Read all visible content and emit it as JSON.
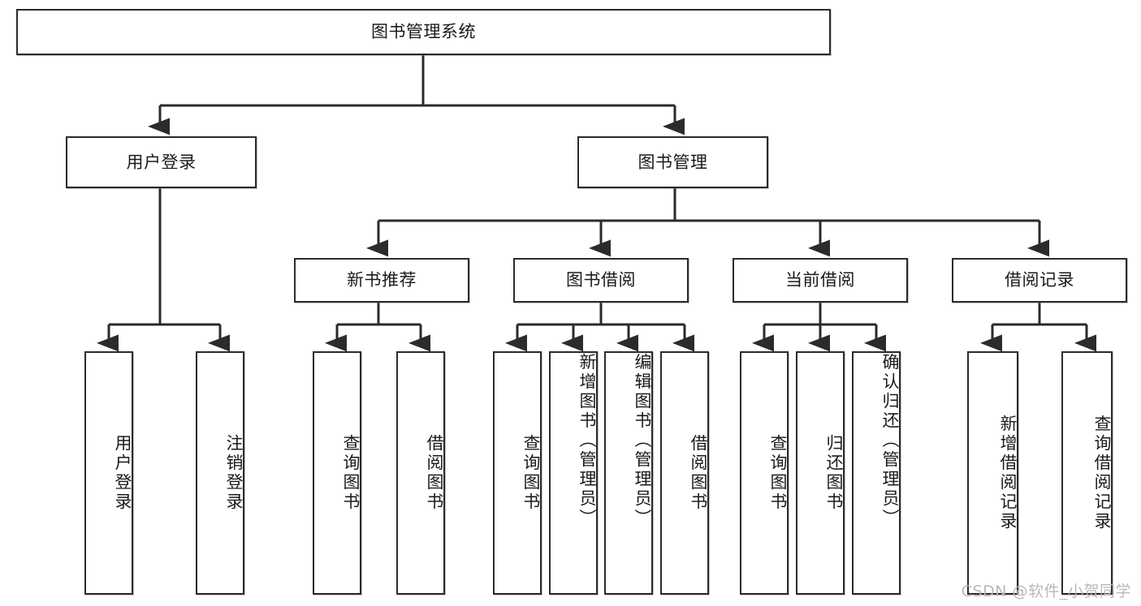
{
  "diagram": {
    "title": "图书管理系统",
    "watermark": "CSDN @软件_小贺同学",
    "edge_color": "#2b2b2b",
    "box_border_color": "#2b2b2b",
    "box_fill_color": "#ffffff",
    "text_color": "#1a1a1a",
    "nodes": {
      "root": {
        "label": "图书管理系统"
      },
      "level2": [
        {
          "label": "用户登录"
        },
        {
          "label": "图书管理"
        }
      ],
      "level3": [
        {
          "label": "新书推荐"
        },
        {
          "label": "图书借阅"
        },
        {
          "label": "当前借阅"
        },
        {
          "label": "借阅记录"
        }
      ],
      "leaves": {
        "user_login": [
          {
            "label": "用户登录"
          },
          {
            "label": "注销登录"
          }
        ],
        "new_book_recommend": [
          {
            "label": "查询图书"
          },
          {
            "label": "借阅图书"
          }
        ],
        "book_borrow": [
          {
            "label": "查询图书"
          },
          {
            "label": "新增图书（管理员）"
          },
          {
            "label": "编辑图书（管理员）"
          },
          {
            "label": "借阅图书"
          }
        ],
        "current_borrow": [
          {
            "label": "查询图书"
          },
          {
            "label": "归还图书"
          },
          {
            "label": "确认归还（管理员）"
          }
        ],
        "borrow_record": [
          {
            "label": "新增借阅记录"
          },
          {
            "label": "查询借阅记录"
          }
        ]
      }
    }
  }
}
